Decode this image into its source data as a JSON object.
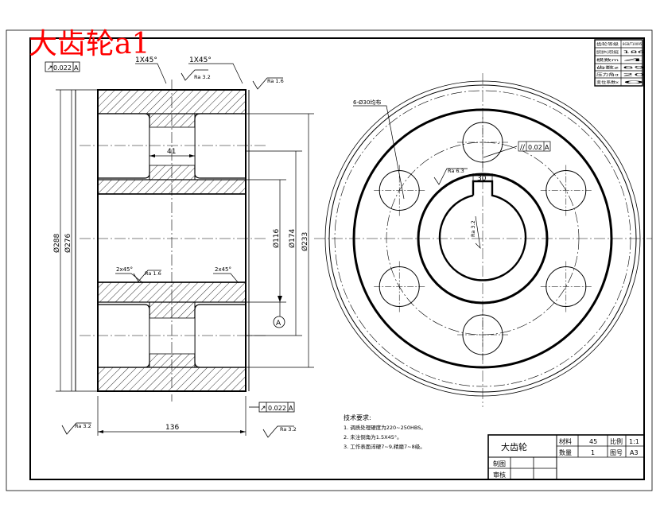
{
  "overlay_title": "大齿轮a1",
  "section_view": {
    "chamfer_left": "1X45°",
    "chamfer_right": "1X45°",
    "roughness_top_left": "Ra 3.2",
    "roughness_top_right": "Ra 1.6",
    "roughness_bore_left": "Ra 1.6",
    "chamfer_bore_left": "2x45°",
    "chamfer_bore_right": "2x45°",
    "roughness_bottom_left": "Ra 3.2",
    "roughness_bottom_right": "Ra 3.2",
    "runout_top_value": "0.022",
    "runout_top_datum": "A",
    "runout_bottom_value": "0.022",
    "runout_bottom_datum": "A",
    "web_thickness": "41",
    "face_width": "136",
    "dia_outer": "Ø288",
    "dia_root": "Ø276",
    "dia_bore": "Ø116",
    "dia_hub": "Ø174",
    "dia_rim": "Ø233",
    "datum_label": "A"
  },
  "front_view": {
    "hole_note": "6-Ø30均布",
    "parallel_value": "0.02",
    "parallel_datum": "A",
    "roughness_keyway": "Ra 6.3",
    "keyway_width": "30",
    "roughness_key_side": "Ra 3.2"
  },
  "notes": {
    "title": "技术要求:",
    "lines": [
      "1. 调质处理硬度为220~250HBS。",
      "2. 未注倒角为1.5X45°。",
      "3. 工作表面淬硬7~9,精磨7~8级。"
    ]
  },
  "gear_table": [
    [
      "齿轮等级",
      "8GB/T10095.1"
    ],
    [
      "齿轮副中心距及偏差",
      "186"
    ],
    [
      "模数m",
      "4"
    ],
    [
      "齿数z",
      "69"
    ],
    [
      "压力角α",
      "20"
    ],
    [
      "变位系数x",
      "0"
    ]
  ],
  "title_block": {
    "part_name": "大齿轮",
    "material_label": "材料",
    "material_value": "45",
    "scale_label": "比例",
    "scale_value": "1:1",
    "quantity_label": "数量",
    "quantity_value": "1",
    "drawing_no_label": "图号",
    "drawing_no_value": "A3",
    "drawn_label": "制图",
    "checked_label": "审核"
  }
}
